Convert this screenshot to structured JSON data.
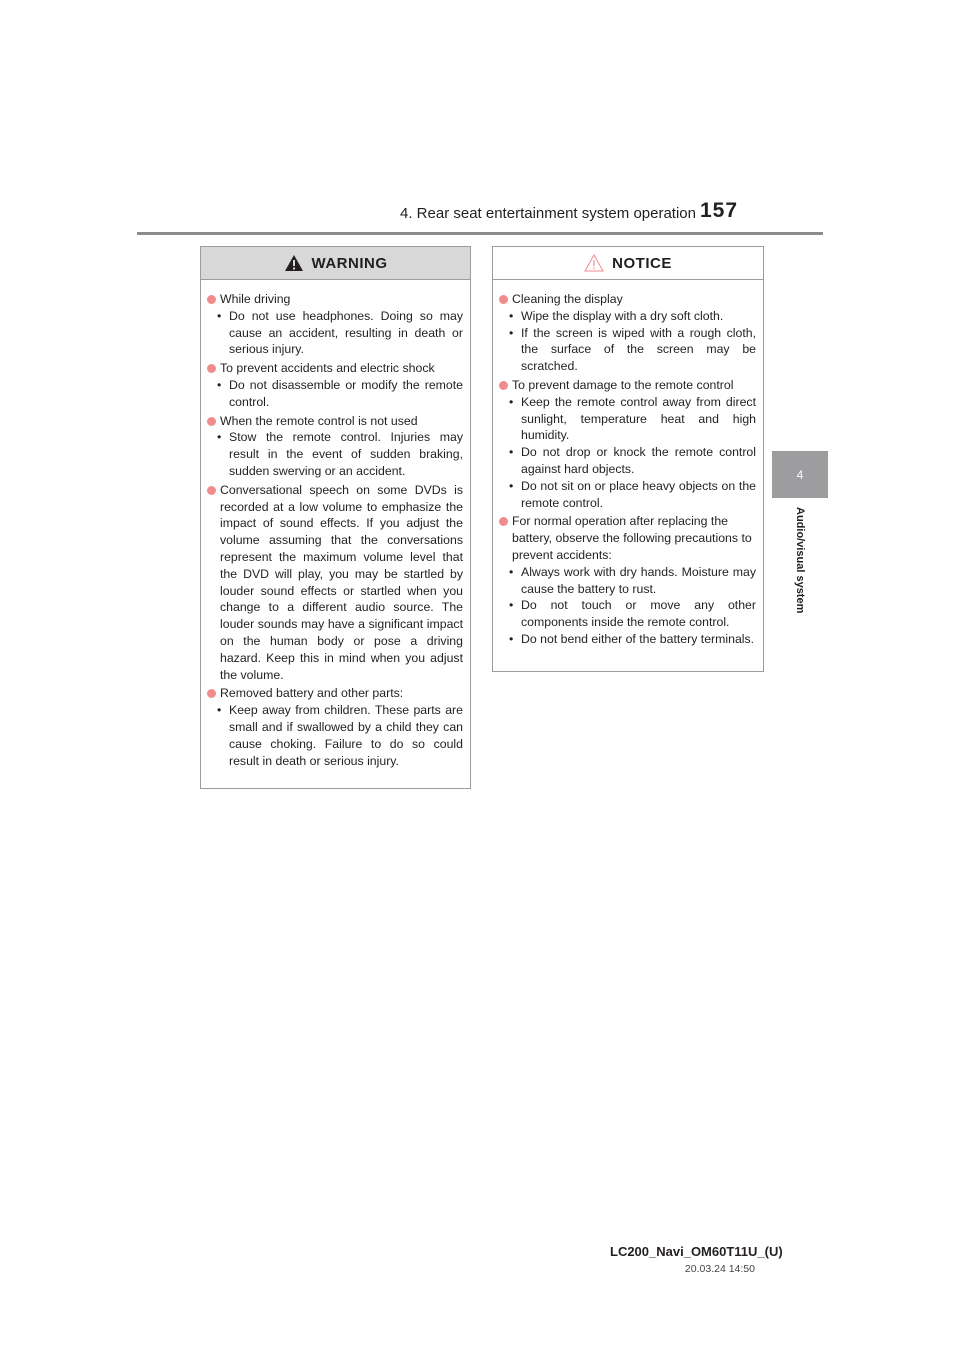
{
  "header": {
    "section_title": "4. Rear seat entertainment system operation",
    "page_number": "157"
  },
  "side": {
    "chapter_number": "4",
    "chapter_label": "Audio/visual system"
  },
  "warning": {
    "title": "WARNING",
    "items": [
      {
        "text": "While driving",
        "subs": [
          "Do not use headphones. Doing so may cause an accident, resulting in death or serious injury."
        ]
      },
      {
        "text": "To prevent accidents and electric shock",
        "subs": [
          "Do not disassemble or modify the remote control."
        ]
      },
      {
        "text": "When the remote control is not used",
        "subs": [
          "Stow the remote control. Injuries may result in the event of sudden braking, sudden swerving or an accident."
        ]
      },
      {
        "text": "Conversational speech on some DVDs is recorded at a low volume to emphasize the impact of sound effects. If you adjust the volume assuming that the conversations represent the maximum volume level that the DVD will play, you may be startled by louder sound effects or startled when you change to a different audio source. The louder sounds may have a significant impact on the human body or pose a driving hazard. Keep this in mind when you adjust the volume.",
        "subs": []
      },
      {
        "text": "Removed battery and other parts:",
        "subs": [
          "Keep away from children. These parts are small and if swallowed by a child they can cause choking. Failure to do so could result in death or serious injury."
        ]
      }
    ]
  },
  "notice": {
    "title": "NOTICE",
    "items": [
      {
        "text": "Cleaning the display",
        "subs": [
          "Wipe the display with a dry soft cloth.",
          "If the screen is wiped with a rough cloth, the surface of the screen may be scratched."
        ]
      },
      {
        "text": "To prevent damage to the remote control",
        "subs": [
          "Keep the remote control away from direct sunlight, temperature heat and high humidity.",
          "Do not drop or knock the remote control against hard objects.",
          "Do not sit on or place heavy objects on the remote control."
        ]
      },
      {
        "text": "For normal operation after replacing the battery, observe the following precautions to prevent accidents:",
        "subs": [
          "Always work with dry hands. Moisture may cause the battery to rust.",
          "Do not touch or move any other components inside the remote control.",
          "Do not bend either of the battery terminals."
        ]
      }
    ]
  },
  "footer": {
    "document_code": "LC200_Navi_OM60T11U_(U)",
    "timestamp": "20.03.24     14:50"
  },
  "colors": {
    "bullet": "#f08c8c",
    "rule": "#8c8c8c",
    "tab": "#9d9d9f"
  }
}
